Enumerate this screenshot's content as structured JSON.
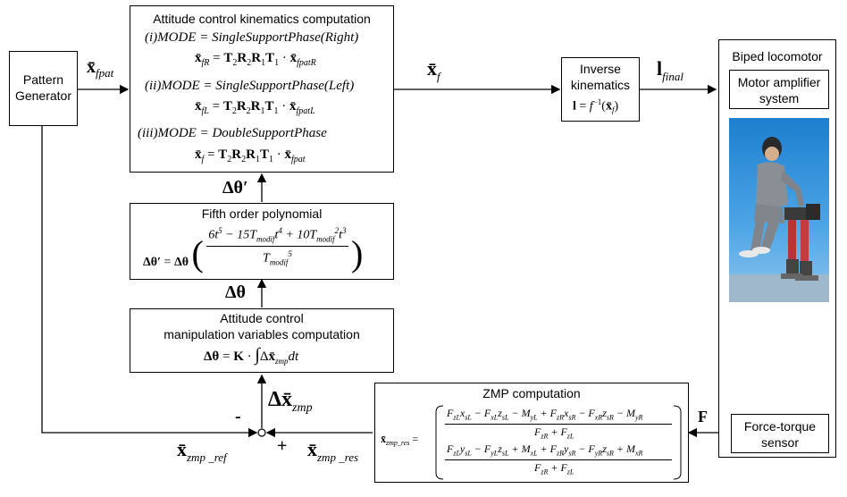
{
  "blocks": {
    "pattern_generator": "Pattern\nGenerator",
    "attitude_kinematics_title": "Attitude control kinematics computation",
    "mode1_label": "(i)MODE = SingleSupportPhase(Right)",
    "mode1_eq": "x̄fR = T2R2R1T1 · x̄fpatR",
    "mode2_label": "(ii)MODE = SingleSupportPhase(Left)",
    "mode2_eq": "x̄fL = T2R2R1T1 · x̄fpatL",
    "mode3_label": "(iii)MODE = DoubleSupportPhase",
    "mode3_eq": "x̄f = T2R2R1T1 · x̄fpat",
    "fifth_order_title": "Fifth order polynomial",
    "manip_title_line1": "Attitude control",
    "manip_title_line2": "manipulation variables computation",
    "manip_eq": "Δθ = K · ∫Δx̄zmp dt",
    "inverse_kin_line1": "Inverse",
    "inverse_kin_line2": "kinematics",
    "inverse_kin_eq": "l = f⁻¹(x̄f)",
    "biped_title": "Biped locomotor",
    "motor_amp": "Motor amplifier\nsystem",
    "force_torque": "Force-torque\nsensor",
    "zmp_title": "ZMP computation"
  },
  "signals": {
    "x_fpat": "x̄fpat",
    "x_f": "x̄f",
    "l_final": "lfinal",
    "d_theta_prime": "Δθ′",
    "d_theta": "Δθ",
    "d_x_zmp": "Δx̄zmp",
    "F": "F",
    "x_zmp_ref": "x̄zmp_ref",
    "x_zmp_res": "x̄zmp_res",
    "minus": "-",
    "plus": "+"
  }
}
